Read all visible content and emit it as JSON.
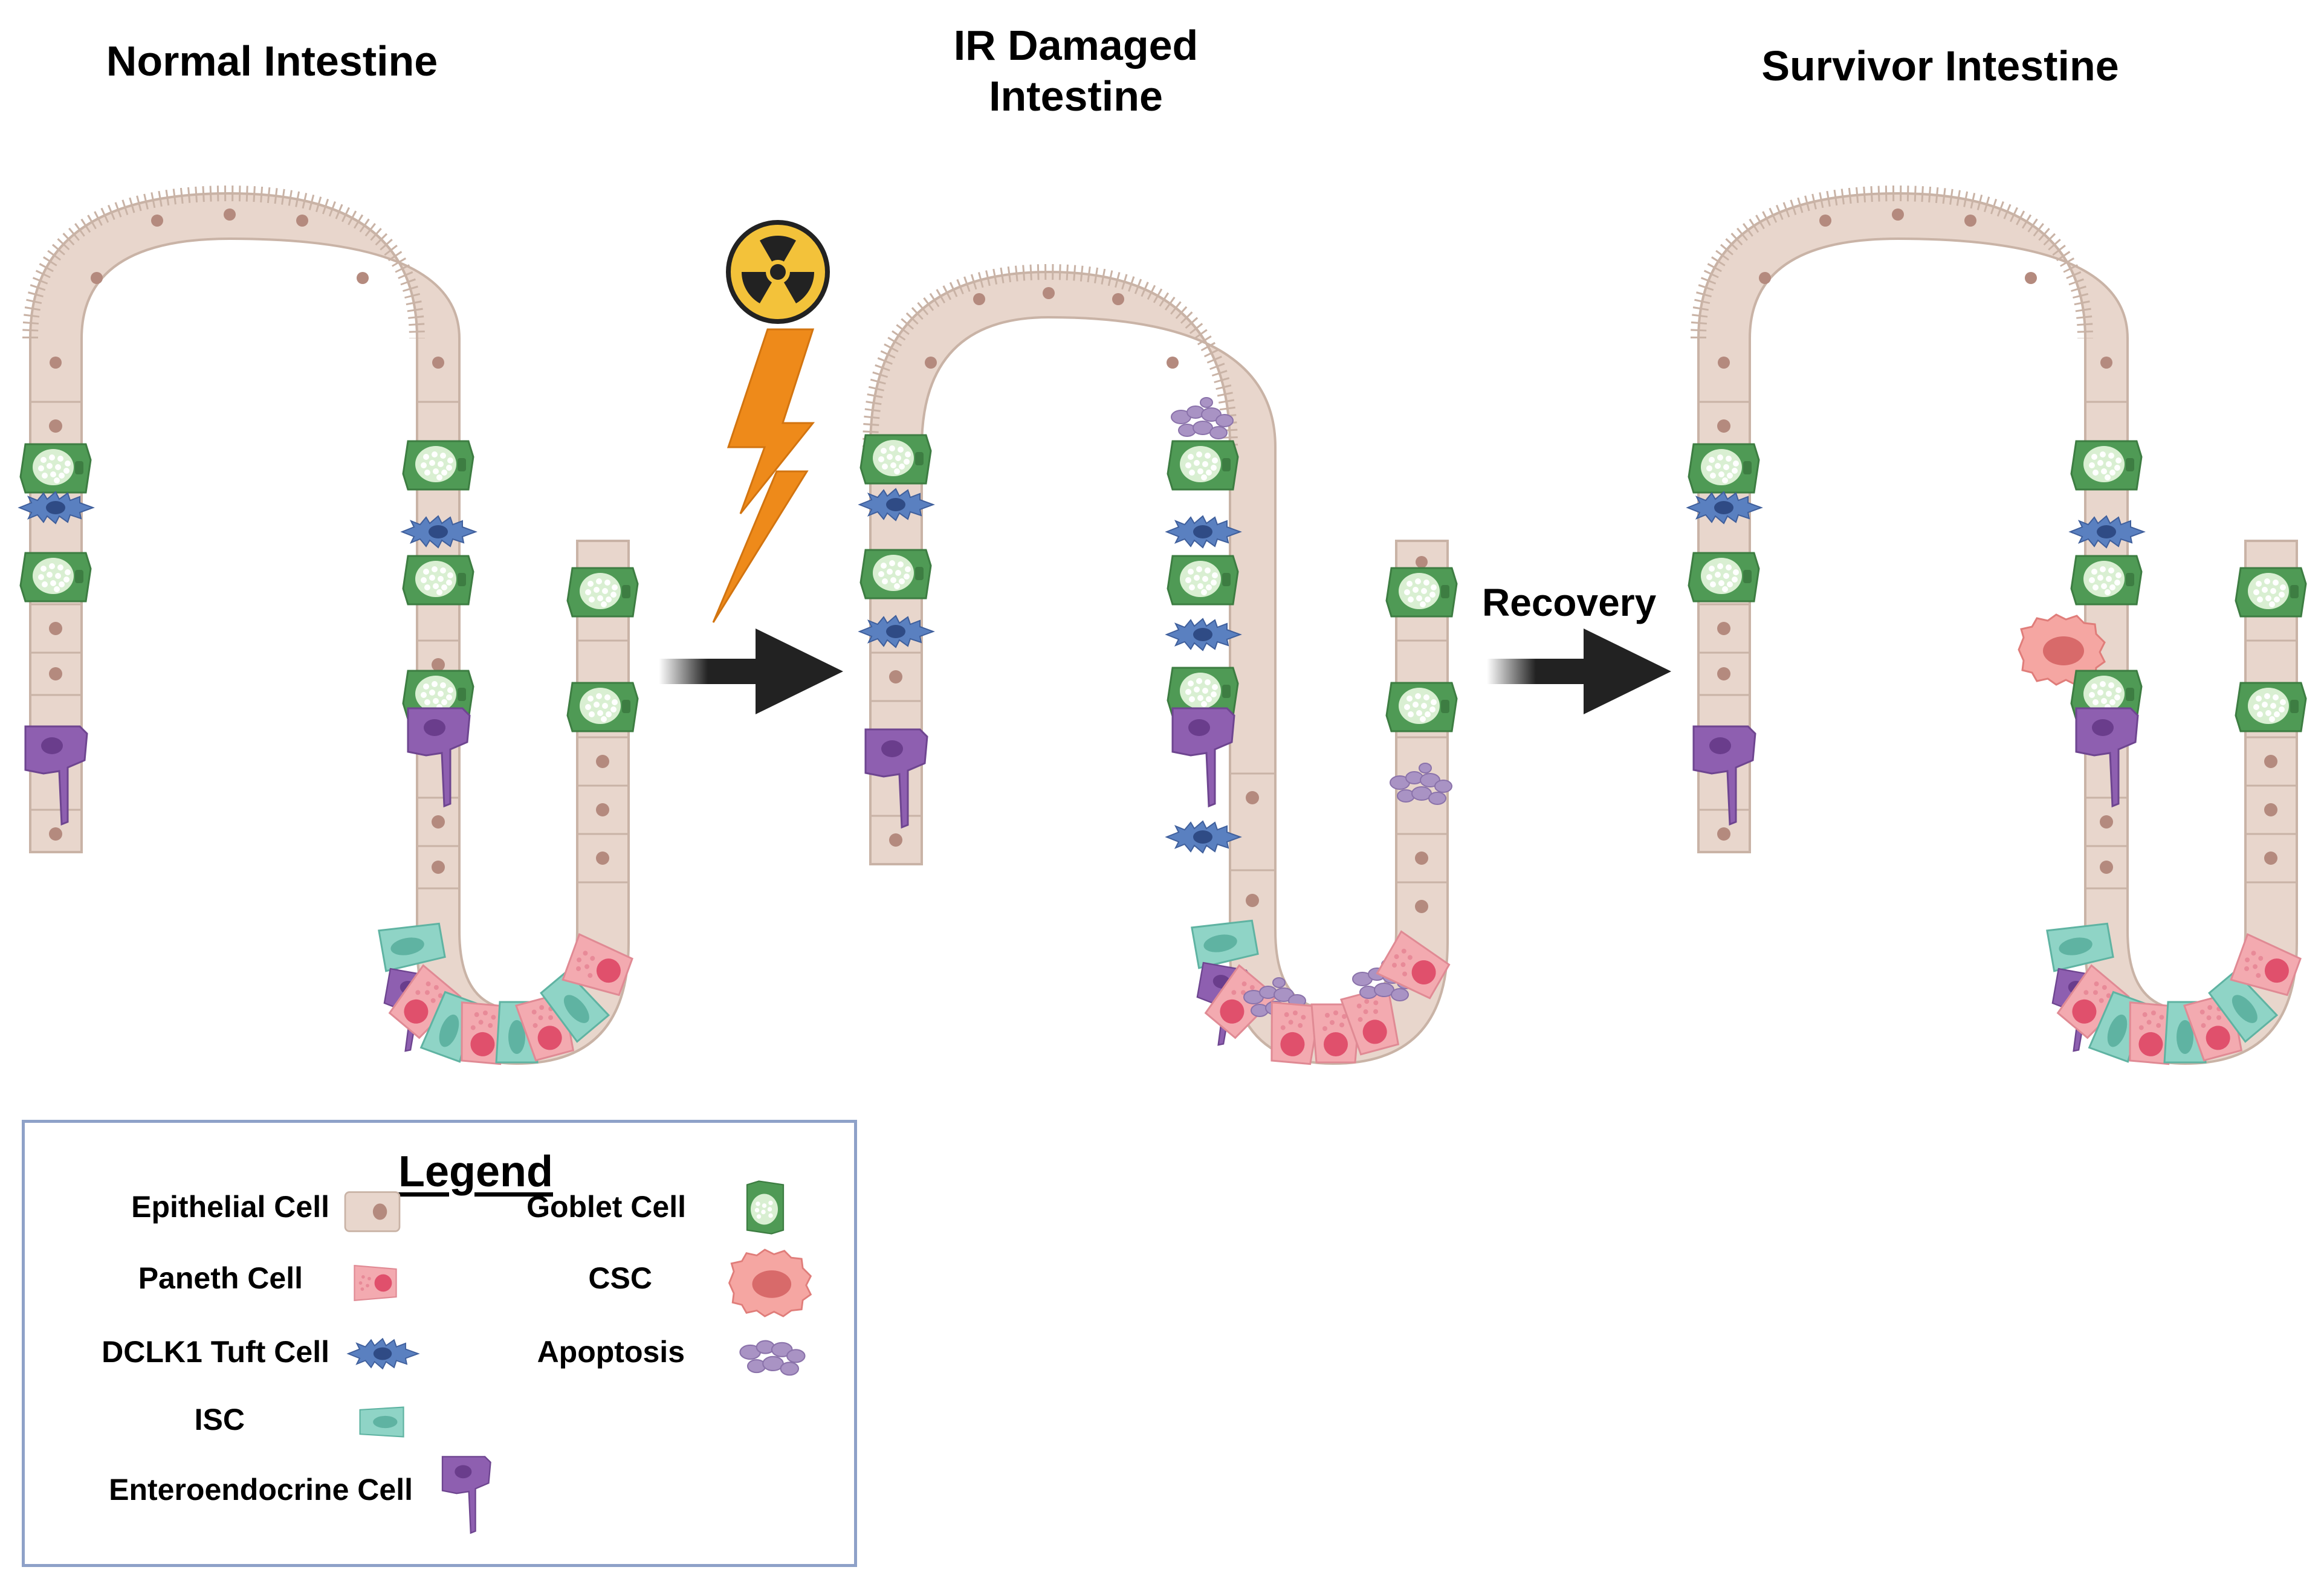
{
  "titles": {
    "normal": "Normal Intestine",
    "damaged_line1": "IR Damaged",
    "damaged_line2": "Intestine",
    "survivor": "Survivor Intestine"
  },
  "arrows": {
    "recovery_label": "Recovery"
  },
  "legend": {
    "title": "Legend",
    "items": [
      {
        "label": "Epithelial Cell",
        "icon": "epithelial-cell-icon",
        "color": "#e8d6cc"
      },
      {
        "label": "Paneth Cell",
        "icon": "paneth-cell-icon",
        "color": "#f3aab0"
      },
      {
        "label": "DCLK1 Tuft Cell",
        "icon": "tuft-cell-icon",
        "color": "#5a80c0"
      },
      {
        "label": "ISC",
        "icon": "isc-icon",
        "color": "#8fd4c6"
      },
      {
        "label": "Enteroendocrine Cell",
        "icon": "enteroendocrine-cell-icon",
        "color": "#8e5fb0"
      },
      {
        "label": "Goblet Cell",
        "icon": "goblet-cell-icon",
        "color": "#5aa65e"
      },
      {
        "label": "CSC",
        "icon": "csc-icon",
        "color": "#f08a8a"
      },
      {
        "label": "Apoptosis",
        "icon": "apoptosis-icon",
        "color": "#a993c4"
      }
    ]
  },
  "colors": {
    "epithelial_fill": "#e8d6cc",
    "epithelial_stroke": "#c9b3a6",
    "nucleus": "#b48a7e",
    "goblet": "#5aa65e",
    "tuft": "#5a80c0",
    "paneth": "#f3aab0",
    "paneth_nucleus": "#e0506c",
    "isc": "#8fd4c6",
    "enteroendocrine": "#8e5fb0",
    "csc": "#f08a8a",
    "apoptosis": "#a993c4",
    "bolt": "#ee8a1a",
    "radiation_yellow": "#f3c23a",
    "arrow": "#222222",
    "legend_border": "#8ea1c8"
  }
}
